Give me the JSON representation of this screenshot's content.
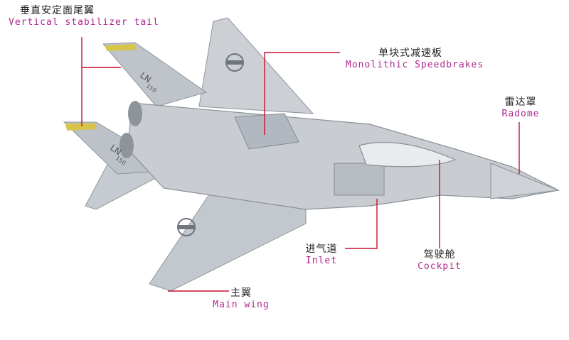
{
  "colors": {
    "leader": "#c8102e",
    "english_text": "#b0288f",
    "chinese_text": "#222222",
    "airframe": "#c9cdd2",
    "airframe_shade": "#9ea4ab",
    "background": "#ffffff"
  },
  "labels": {
    "vertical_stabilizer": {
      "zh": "垂直安定面尾翼",
      "en": "Vertical stabilizer tail"
    },
    "speedbrakes": {
      "zh": "单块式减速板",
      "en": "Monolithic Speedbrakes"
    },
    "radome": {
      "zh": "雷达罩",
      "en": "Radome"
    },
    "inlet": {
      "zh": "进气道",
      "en": "Inlet"
    },
    "cockpit": {
      "zh": "驾驶舱",
      "en": "Cockpit"
    },
    "main_wing": {
      "zh": "主翼",
      "en": "Main wing"
    }
  },
  "markings": {
    "tail_code": "LN",
    "tail_number": "150"
  }
}
